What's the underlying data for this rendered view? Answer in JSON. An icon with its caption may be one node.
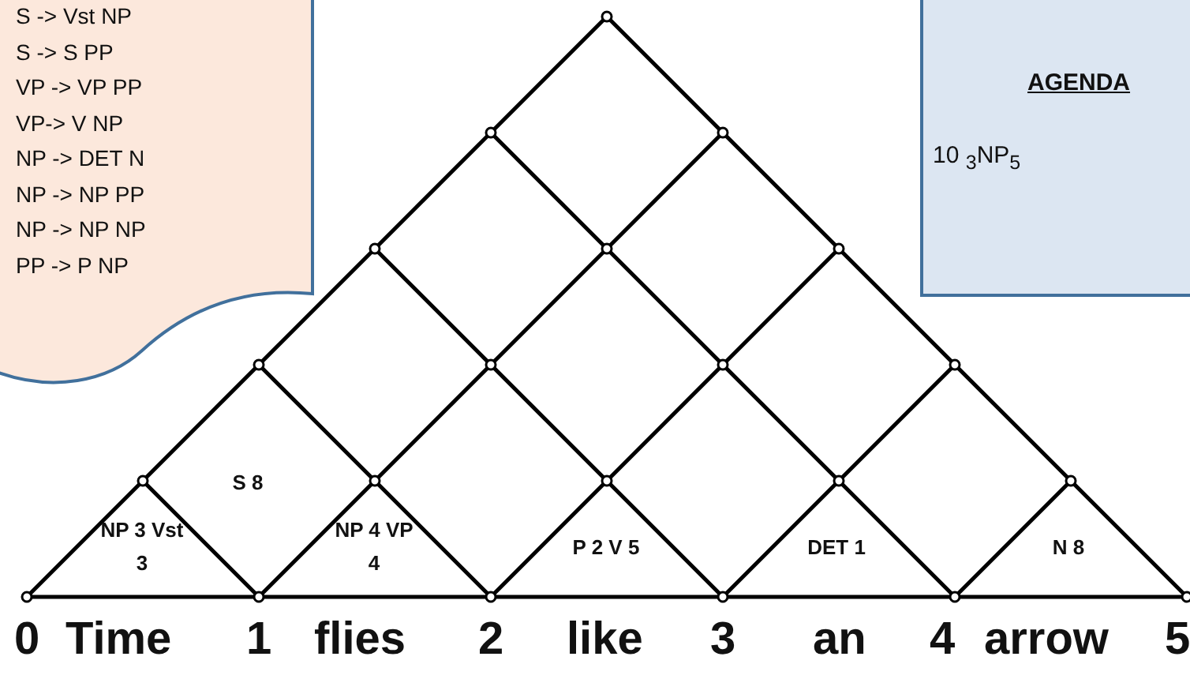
{
  "diagram": {
    "nodes": [
      {
        "text": [
          "S -> Vst NP",
          "S -> S PP",
          "VP -> VP PP",
          "VP-> V NP",
          "NP -> DET N",
          "NP -> NP PP",
          "NP -> NP NP",
          "PP -> P NP"
        ]
      },
      {
        "text": [
          "AGENDA",
          "10 $_{3}$NP$_{5}$"
        ]
      }
    ],
    "labels": [
      "S 8",
      "NP 3 Vst 3",
      "NP 4 VP 4",
      "P 2 V 5",
      "DET 1",
      "N 8",
      "0",
      "Time",
      "1",
      "flies",
      "2",
      "like",
      "3",
      "an",
      "4",
      "arrow",
      "5"
    ]
  }
}
